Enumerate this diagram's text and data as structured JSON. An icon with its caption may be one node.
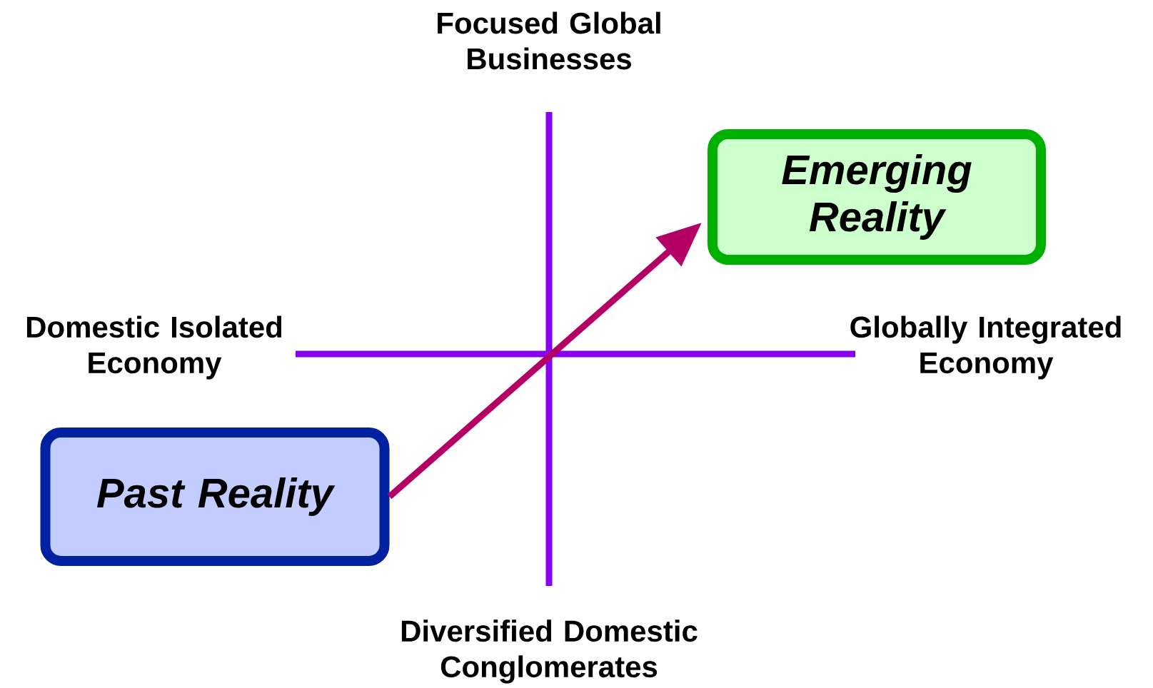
{
  "diagram": {
    "nodes": [
      {
        "text": [
          "Past Reality"
        ]
      },
      {
        "text": [
          "Emerging Reality"
        ]
      }
    ],
    "edges": [
      {
        "from": 0,
        "to": 1,
        "arrow": "to"
      }
    ],
    "labels": [
      "Focused Global Businesses",
      "Domestic Isolated Economy",
      "Globally Integrated Economy",
      "Diversified Domestic Conglomerates"
    ]
  }
}
